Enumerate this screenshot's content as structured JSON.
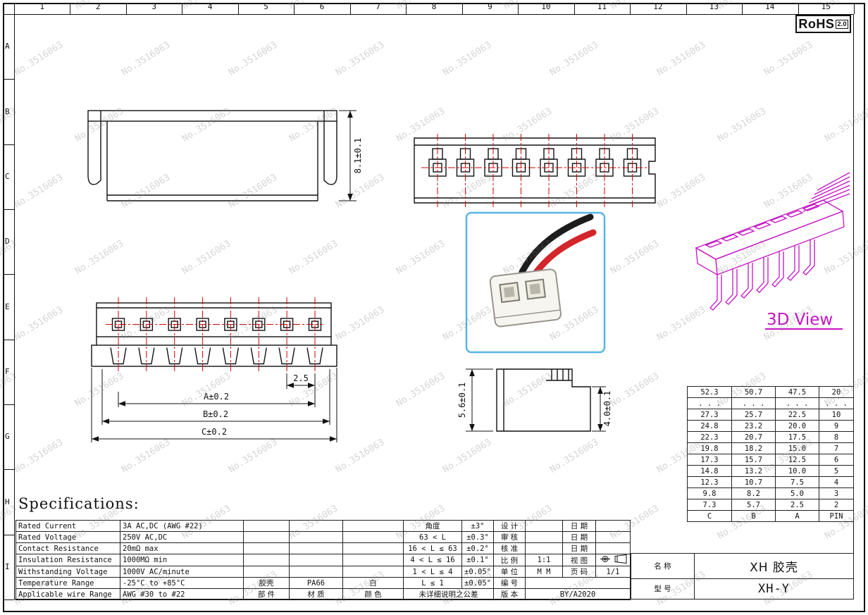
{
  "page": {
    "rohs_label": "RoHS",
    "rohs_version": "2.0",
    "watermark_text": "No.3516063"
  },
  "ruler": {
    "top_numbers": [
      "1",
      "2",
      "3",
      "4",
      "5",
      "6",
      "7",
      "8",
      "9",
      "10",
      "11",
      "12",
      "13",
      "14",
      "15"
    ],
    "left_letters": [
      "A",
      "B",
      "C",
      "D",
      "E",
      "F",
      "G",
      "H",
      "I"
    ]
  },
  "drawing": {
    "view_3d_label": "3D View",
    "dims": {
      "housing_height": "8.1±0.1",
      "pitch": "2.5",
      "dim_a": "A±0.2",
      "dim_b": "B±0.2",
      "dim_c": "C±0.2",
      "profile_height": "5.6±0.1",
      "pin_height": "4.0±0.1"
    }
  },
  "pin_table": {
    "rows": [
      [
        "52.3",
        "50.7",
        "47.5",
        "20"
      ],
      [
        ". . .",
        ". . .",
        ". . .",
        ". . ."
      ],
      [
        "27.3",
        "25.7",
        "22.5",
        "10"
      ],
      [
        "24.8",
        "23.2",
        "20.0",
        "9"
      ],
      [
        "22.3",
        "20.7",
        "17.5",
        "8"
      ],
      [
        "19.8",
        "18.2",
        "15.0",
        "7"
      ],
      [
        "17.3",
        "15.7",
        "12.5",
        "6"
      ],
      [
        "14.8",
        "13.2",
        "10.0",
        "5"
      ],
      [
        "12.3",
        "10.7",
        "7.5",
        "4"
      ],
      [
        "9.8",
        "8.2",
        "5.0",
        "3"
      ],
      [
        "7.3",
        "5.7",
        "2.5",
        "2"
      ],
      [
        "C",
        "B",
        "A",
        "PIN"
      ]
    ]
  },
  "specifications": {
    "heading": "Specifications:",
    "rows": [
      {
        "label": "Rated Current",
        "value": "3A AC,DC (AWG #22)"
      },
      {
        "label": "Rated Voltage",
        "value": "250V AC,DC"
      },
      {
        "label": "Contact Resistance",
        "value": "20mΩ max"
      },
      {
        "label": "Insulation Resistance",
        "value": "1000MΩ min"
      },
      {
        "label": "Withstanding Voltage",
        "value": "1000V AC/minute"
      },
      {
        "label": "Temperature Range",
        "value": "-25°C to +85°C"
      },
      {
        "label": "Applicable wire Range",
        "value": "AWG #30 to #22"
      }
    ]
  },
  "tolerance_table": {
    "rows": [
      {
        "range": "角度",
        "tol": "±3°"
      },
      {
        "range": "63 < L",
        "tol": "±0.3°"
      },
      {
        "range": "16 < L ≤ 63",
        "tol": "±0.2°"
      },
      {
        "range": "4 < L ≤ 16",
        "tol": "±0.1°"
      },
      {
        "range": "1 < L ≤ 4",
        "tol": "±0.05°"
      },
      {
        "range": "L ≤ 1",
        "tol": "±0.05°"
      }
    ],
    "footer": "未详细说明之公差"
  },
  "title_block": {
    "design_label": "设 计",
    "review_label": "审 核",
    "approve_label": "核 准",
    "date_label": "日 期",
    "scale_label": "比 例",
    "scale_value": "1:1",
    "view_label": "视 图",
    "unit_label": "单 位",
    "unit_value": "M M",
    "page_label": "页 码",
    "page_value": "1/1",
    "number_label": "编 号",
    "version_label": "版 本",
    "version_value": "BY/A2020",
    "part_label": "部 件",
    "material_label": "材 质",
    "color_label": "颜 色",
    "part_value": "胶壳",
    "material_value": "PA66",
    "color_value": "白",
    "name_label": "名 称",
    "name_value": "XH 胶壳",
    "model_label": "型 号",
    "model_value": "XH-Y"
  }
}
